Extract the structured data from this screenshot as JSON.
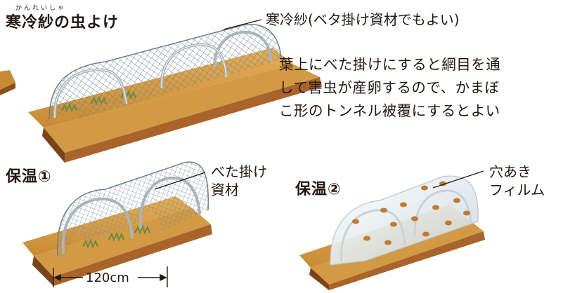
{
  "sections": {
    "cold_cloth": {
      "title": "寒冷紗の虫よけ",
      "furigana": "かんれいしゃ",
      "label": "寒冷紗(ベタ掛け資材でもよい)",
      "note_lines": [
        "葉上にべた掛けにすると網目を通",
        "して害虫が産卵するので、かまぼ",
        "こ形のトンネル被覆にするとよい"
      ]
    },
    "warm1": {
      "title": "保温①",
      "label_lines": [
        "べた掛け",
        "資材"
      ],
      "width_dim": "120cm"
    },
    "warm2": {
      "title": "保温②",
      "label_lines": [
        "穴あき",
        "フィルム"
      ]
    }
  },
  "colors": {
    "soil_top": "#d9a24a",
    "soil_side": "#a8642a",
    "soil_dark": "#7a4418",
    "net": "#7d8e96",
    "film": "#e6eef2",
    "leaf": "#6f8a3a"
  }
}
